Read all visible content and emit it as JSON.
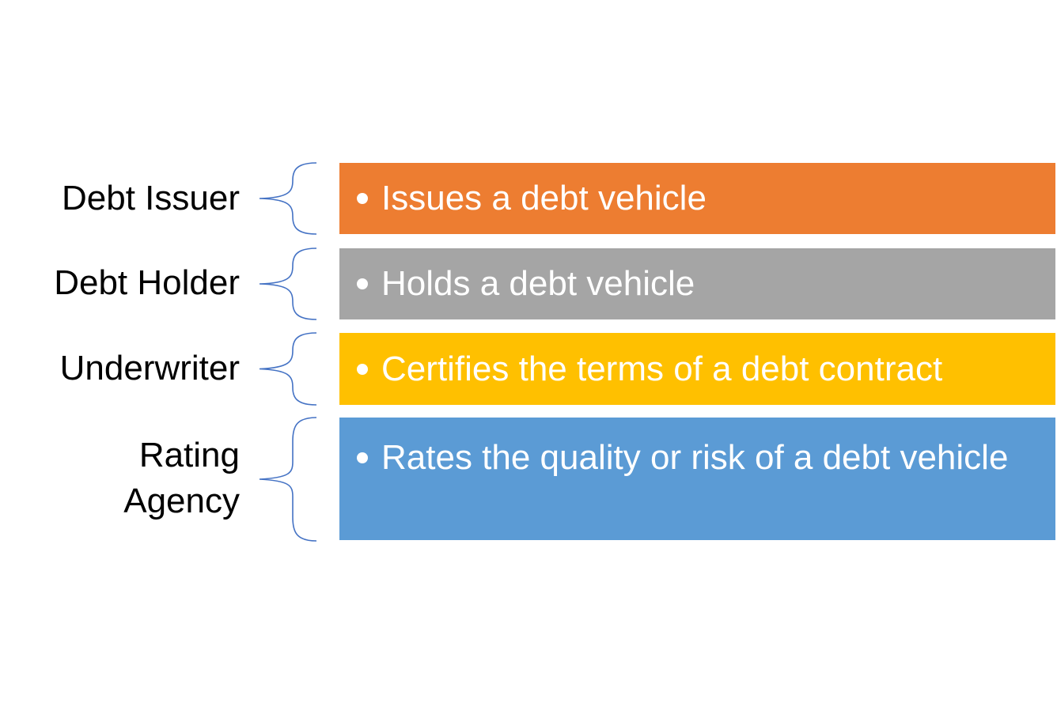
{
  "rows": [
    {
      "term": "Debt Issuer",
      "description": "Issues a debt vehicle",
      "color": "#ed7d31"
    },
    {
      "term": "Debt Holder",
      "description": "Holds a debt vehicle",
      "color": "#a5a5a5"
    },
    {
      "term": "Underwriter",
      "description": "Certifies the terms of a debt contract",
      "color": "#ffc000"
    },
    {
      "term": "Rating\nAgency",
      "description": "Rates the quality or risk of a debt vehicle",
      "color": "#5b9bd5"
    }
  ],
  "brace_color": "#4472c4",
  "bullet_icon": "bullet-dot-icon",
  "brace_icon": "curly-brace-icon"
}
